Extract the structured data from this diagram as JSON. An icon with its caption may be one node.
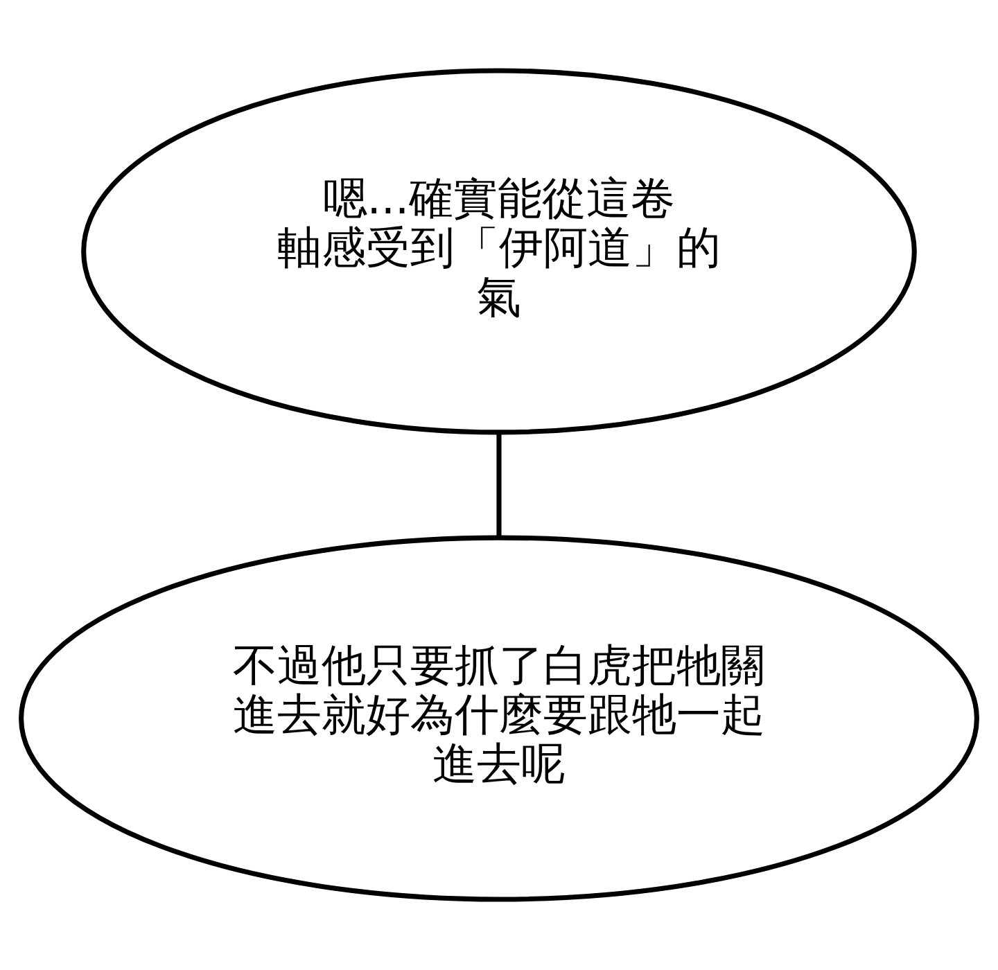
{
  "diagram": {
    "nodes": [
      {
        "text": [
          "嗯...確實能從這卷軸感受到「伊阿道」的氣"
        ]
      },
      {
        "text": [
          "不過他只要抓了白虎把牠關進去就好為什麼要跟牠一起進去呢"
        ]
      }
    ],
    "edges": [
      {
        "from": 0,
        "to": 1,
        "arrow": "none"
      }
    ]
  }
}
